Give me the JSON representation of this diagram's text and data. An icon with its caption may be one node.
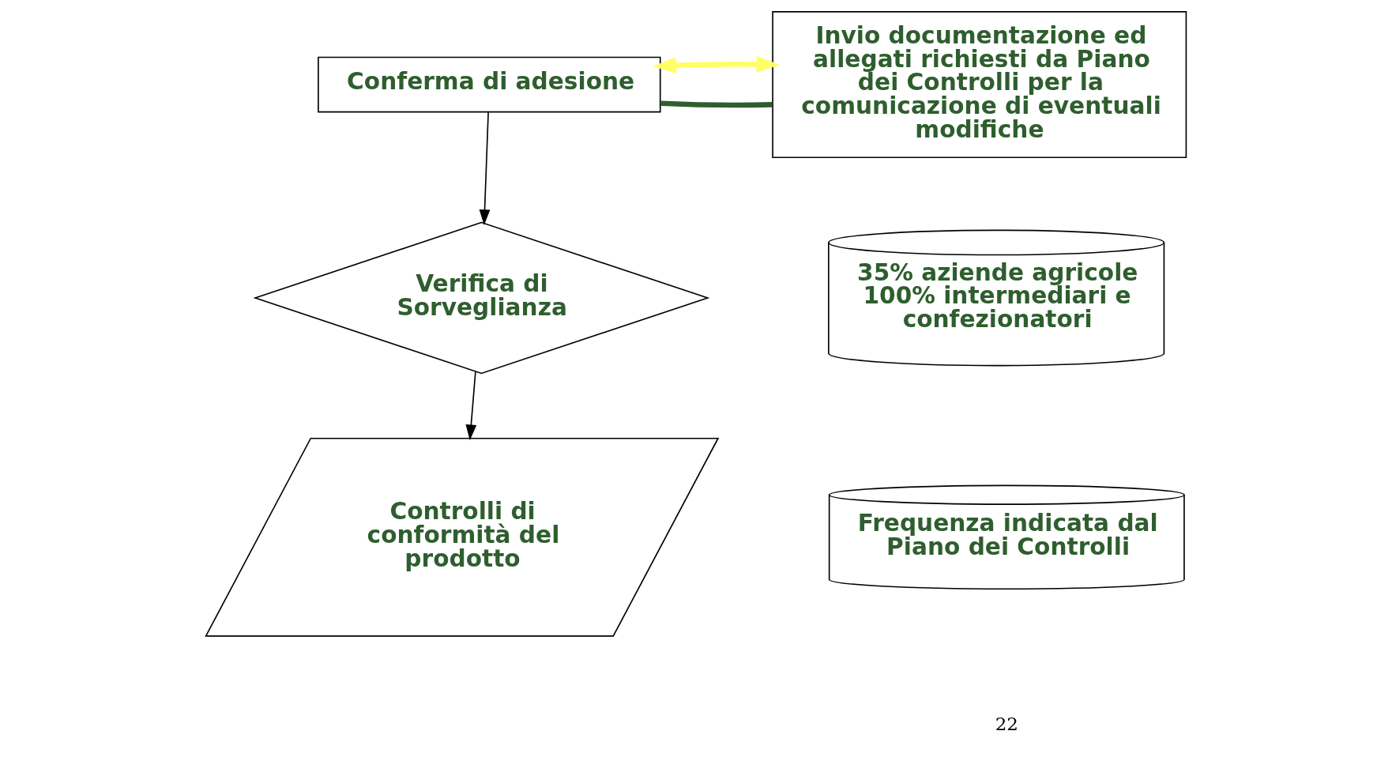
{
  "diagram": {
    "nodes": [
      {
        "text": [
          "Conferma di adesione"
        ]
      },
      {
        "text": [
          "Invio documentazione ed allegati richiesti da Piano dei Controlli per la comunicazione di eventuali modifiche"
        ]
      },
      {
        "text": [
          "Verifica di Sorveglianza"
        ]
      },
      {
        "text": [
          "35% aziende agricole 100% intermediari e confezionatori"
        ]
      },
      {
        "text": [
          "Controlli di conformità del prodotto"
        ]
      },
      {
        "text": [
          "Frequenza indicata dal Piano dei Controlli"
        ]
      }
    ],
    "edges": [
      {
        "from": 0,
        "to": 2,
        "arrow": "to"
      },
      {
        "from": 2,
        "to": 4,
        "arrow": "to"
      },
      {
        "from": 0,
        "to": 1,
        "arrow": "none",
        "color": "#2e5e2e",
        "style": "thick"
      },
      {
        "from": 0,
        "to": 1,
        "arrow": "both",
        "color": "#ffff66",
        "style": "thick"
      }
    ],
    "labels": [
      "22"
    ]
  }
}
